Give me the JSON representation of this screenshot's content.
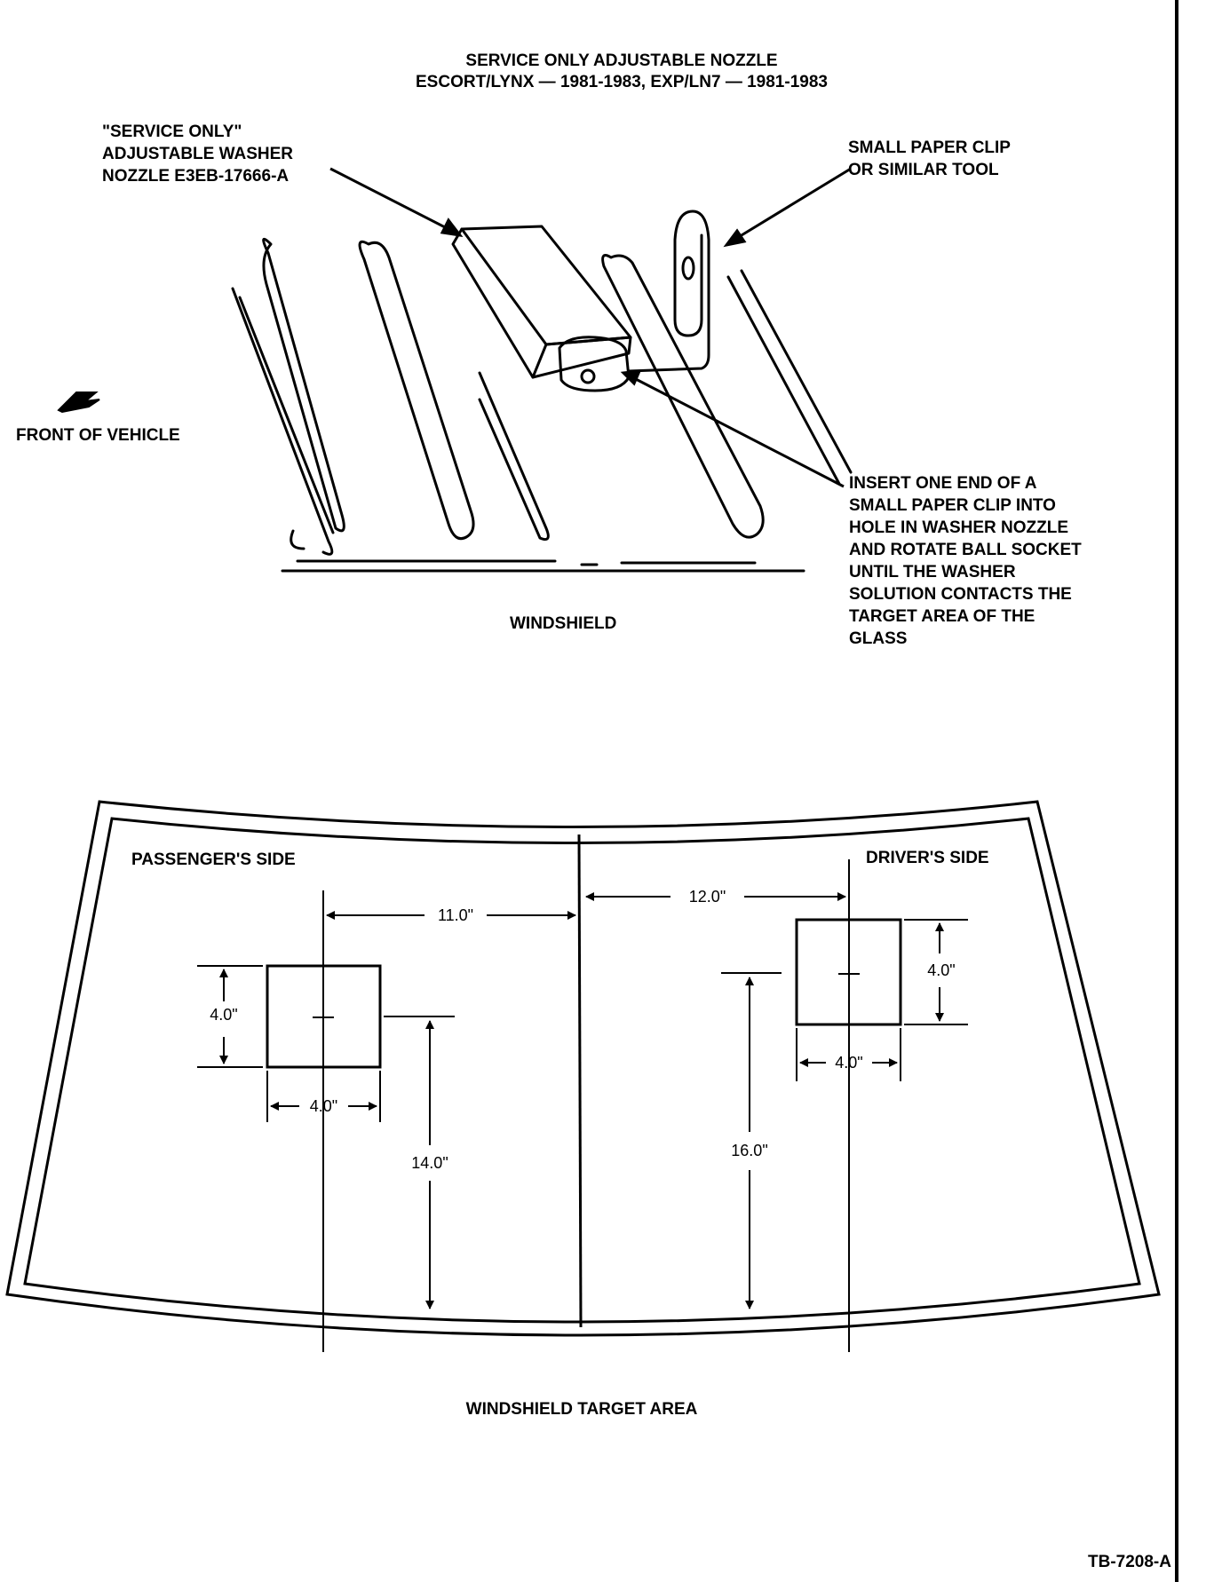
{
  "page": {
    "title_line1": "SERVICE ONLY ADJUSTABLE NOZZLE",
    "title_line2": "ESCORT/LYNX — 1981-1983, EXP/LN7 — 1981-1983",
    "figure_id": "TB-7208-A"
  },
  "nozzle_figure": {
    "nozzle_label": "\"SERVICE ONLY\"\nADJUSTABLE WASHER\nNOZZLE E3EB-17666-A",
    "clip_label": "SMALL PAPER CLIP\nOR SIMILAR TOOL",
    "instruction": "INSERT ONE END OF A\nSMALL PAPER CLIP INTO\nHOLE IN WASHER NOZZLE\nAND ROTATE BALL SOCKET\nUNTIL THE WASHER\nSOLUTION CONTACTS THE\nTARGET AREA OF THE\nGLASS",
    "front_label": "FRONT OF VEHICLE",
    "windshield_label": "WINDSHIELD"
  },
  "target_figure": {
    "caption": "WINDSHIELD TARGET AREA",
    "passenger_side": {
      "label": "PASSENGER'S SIDE",
      "from_center": "11.0\"",
      "box_height": "4.0\"",
      "box_width": "4.0\"",
      "from_bottom": "14.0\""
    },
    "driver_side": {
      "label": "DRIVER'S SIDE",
      "from_center": "12.0\"",
      "box_height": "4.0\"",
      "box_width": "4.0\"",
      "from_bottom": "16.0\""
    }
  }
}
